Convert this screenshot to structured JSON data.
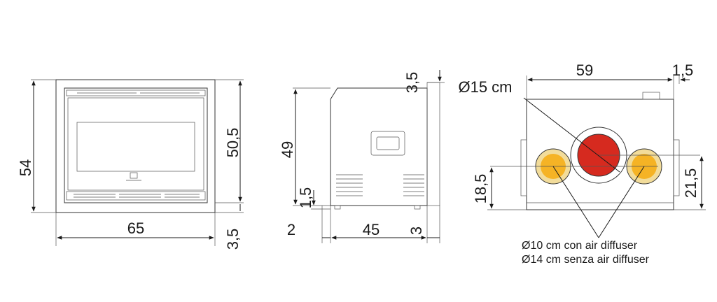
{
  "colors": {
    "main_flue": "#d62a1f",
    "side_vents": "#f5b325",
    "vent_ring": "#f2dc9a",
    "lines": "#1a1a1a"
  },
  "front_view": {
    "height_outer": "54",
    "height_inner": "50,5",
    "width": "65",
    "bottom_offset": "3,5"
  },
  "side_view": {
    "height": "49",
    "top_offset": "3,5",
    "foot_height": "1,5",
    "front_offset": "2",
    "depth": "45",
    "back_offset": "3"
  },
  "rear_view": {
    "width": "59",
    "side_offset": "1,5",
    "flue_label": "Ø15 cm",
    "vent_height": "18,5",
    "flue_height": "21,5",
    "note_line1": "Ø10 cm con air diffuser",
    "note_line2": "Ø14 cm senza air diffuser"
  }
}
